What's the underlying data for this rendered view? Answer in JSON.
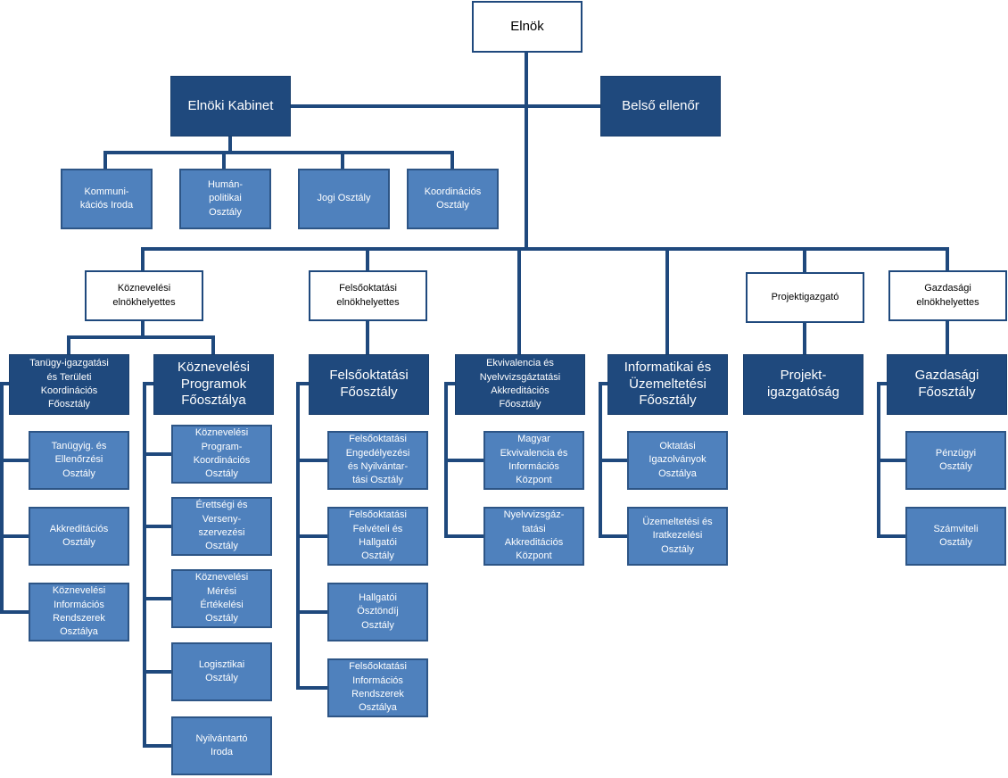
{
  "top": {
    "elnok": "Elnök"
  },
  "cabinet": {
    "kabinet": "Elnöki Kabinet",
    "belso": "Belső ellenőr"
  },
  "cabinet_units": [
    "Kommuni-\nkációs Iroda",
    "Humán-\npolitikai\nOsztály",
    "Jogi Osztály",
    "Koordinációs\nOsztály"
  ],
  "branches": {
    "koznevelesi": "Köznevelési\nelnökhelyettes",
    "felsooktatasi": "Felsőoktatási\nelnökhelyettes",
    "projekt": "Projektigazgató",
    "gazdasagi": "Gazdasági\nelnökhelyettes"
  },
  "departments": {
    "tanugy": "Tanügy-igazgatási\nés Területi\nKoordinációs\nFőosztály",
    "koznev_prog": "Köznevelési\nProgramok\nFőosztálya",
    "felso_fo": "Felsőoktatási\nFőosztály",
    "ekviv": "Ekvivalencia és\nNyelvvizsgáztatási\nAkkreditációs\nFőosztály",
    "inform": "Informatikai és\nÜzemeltetési\nFőosztály",
    "projekt_ig": "Projekt-\nigazgatóság",
    "gazd_fo": "Gazdasági\nFőosztály"
  },
  "units": {
    "tanugy": [
      "Tanügyig. és\nEllenőrzési\nOsztály",
      "Akkreditációs\nOsztály",
      "Köznevelési\nInformációs\nRendszerek\nOsztálya"
    ],
    "koznev_prog": [
      "Köznevelési\nProgram-\nKoordinációs\nOsztály",
      "Érettségi és\nVerseny-\nszervezési\nOsztály",
      "Köznevelési\nMérési\nÉrtékelési\nOsztály",
      "Logisztikai\nOsztály",
      "Nyilvántartó\nIroda"
    ],
    "felso_fo": [
      "Felsőoktatási\nEngedélyezési\nés Nyilvántar-\ntási Osztály",
      "Felsőoktatási\nFelvételi és\nHallgatói\nOsztály",
      "Hallgatói\nÖsztöndíj\nOsztály",
      "Felsőoktatási\nInformációs\nRendszerek\nOsztálya"
    ],
    "ekviv": [
      "Magyar\nEkvivalencia és\nInformációs\nKözpont",
      "Nyelvvizsgáz-\ntatási\nAkkreditációs\nKözpont"
    ],
    "inform": [
      "Oktatási\nIgazolványok\nOsztálya",
      "Üzemeltetési  és\nIratkezelési\nOsztály"
    ],
    "gazd_fo": [
      "Pénzügyi\nOsztály",
      "Számviteli\nOsztály"
    ]
  },
  "colors": {
    "navy": "#1f497d",
    "light_blue": "#4f81bd",
    "connector": "#1f497d",
    "white": "#ffffff"
  }
}
